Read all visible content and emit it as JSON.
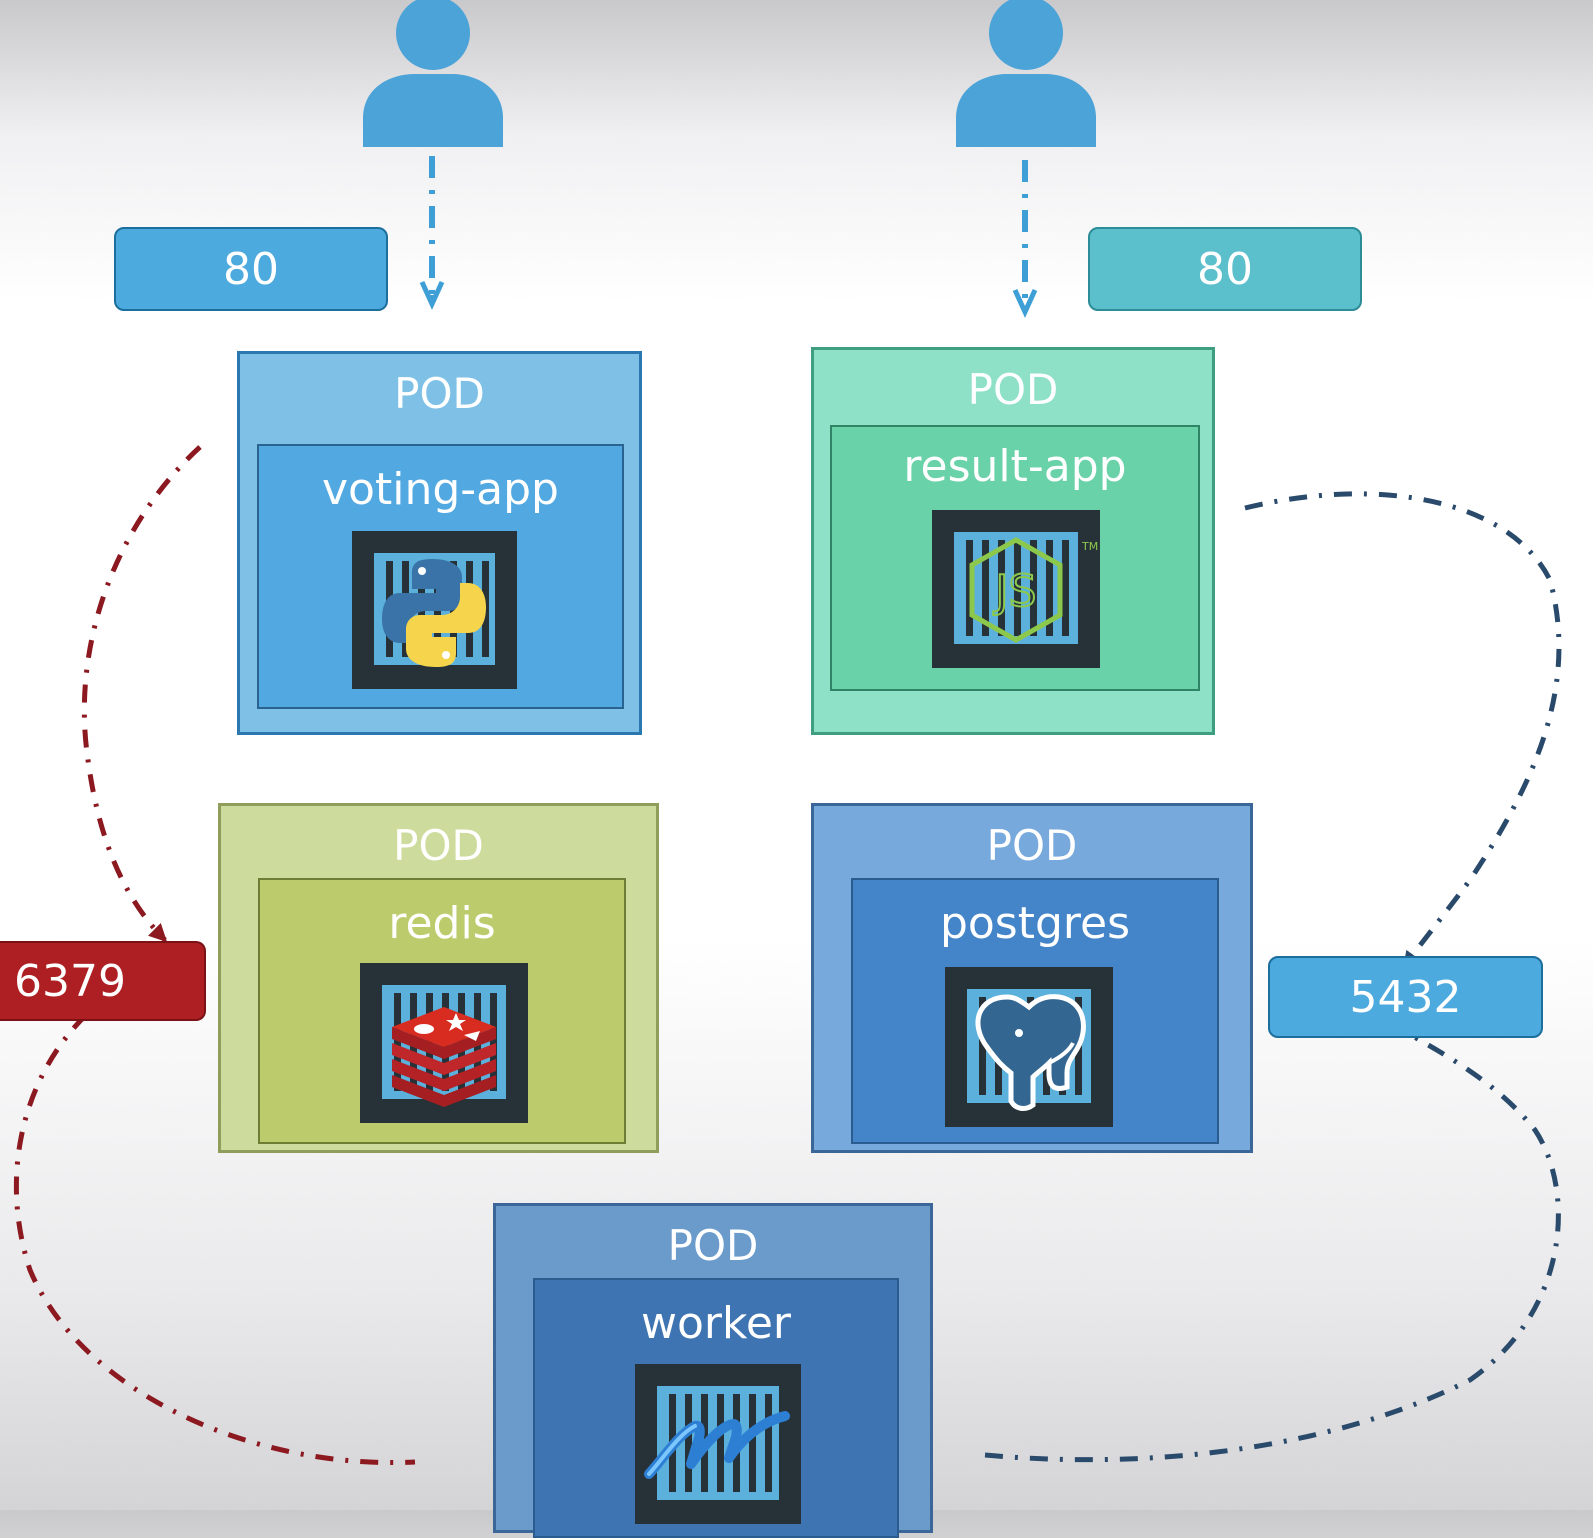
{
  "users": [
    {
      "icon": "user-icon"
    },
    {
      "icon": "user-icon"
    }
  ],
  "ports": {
    "voting_port": "80",
    "result_port": "80",
    "redis_port": "6379",
    "postgres_port": "5432"
  },
  "pods": {
    "voting": {
      "pod_label": "POD",
      "container": "voting-app",
      "icon": "python-logo-icon"
    },
    "result": {
      "pod_label": "POD",
      "container": "result-app",
      "icon": "nodejs-logo-icon"
    },
    "redis": {
      "pod_label": "POD",
      "container": "redis",
      "icon": "redis-logo-icon"
    },
    "postgres": {
      "pod_label": "POD",
      "container": "postgres",
      "icon": "postgres-elephant-icon"
    },
    "worker": {
      "pod_label": "POD",
      "container": "worker",
      "icon": "dotnet-logo-icon"
    }
  },
  "colors": {
    "user": "#4ba3d8",
    "voting_pod": "#7fc1e6",
    "voting_container": "#52a8e0",
    "result_pod": "#8ee0c6",
    "result_container": "#6ad2a8",
    "redis_pod": "#cddb9c",
    "redis_container": "#bccc6c",
    "postgres_pod": "#78a9dc",
    "postgres_container": "#4485c9",
    "worker_pod": "#6a9bcb",
    "worker_container": "#3e74b1",
    "port_blue": "#4daadf",
    "port_teal": "#5cc0cc",
    "port_red": "#ad1f23",
    "redis_link": "#8c1820",
    "postgres_link": "#2a4a6c"
  }
}
